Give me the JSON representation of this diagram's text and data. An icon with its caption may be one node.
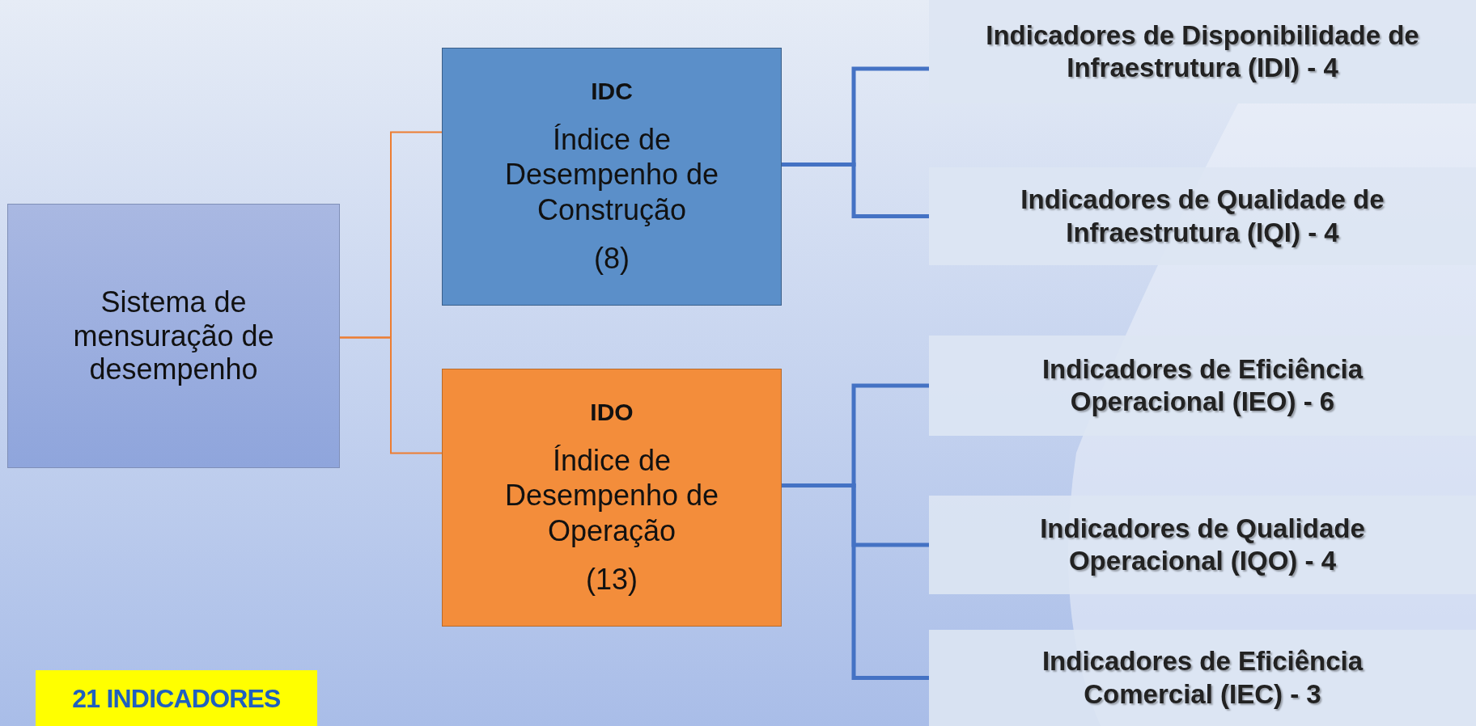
{
  "diagram": {
    "nodes": [
      {
        "text": [
          "Sistema de mensuração de desempenho"
        ]
      },
      {
        "text": [
          "IDC",
          "Índice de Desempenho de Construção",
          "(8)"
        ]
      },
      {
        "text": [
          "IDO",
          "Índice de Desempenho de Operação",
          "(13)"
        ]
      },
      {
        "text": [
          "Indicadores de Disponibilidade de Infraestrutura (IDI) - 4"
        ]
      },
      {
        "text": [
          "Indicadores de Qualidade de Infraestrutura (IQI) - 4"
        ]
      },
      {
        "text": [
          "Indicadores de Eficiência Operacional (IEO) - 6"
        ]
      },
      {
        "text": [
          "Indicadores de Qualidade Operacional (IQO) - 4"
        ]
      },
      {
        "text": [
          "Indicadores de Eficiência Comercial (IEC) -  3"
        ]
      }
    ],
    "edges": [
      {
        "from": 0,
        "to": 1,
        "arrow": "none",
        "color": "#ed7d31"
      },
      {
        "from": 0,
        "to": 2,
        "arrow": "none",
        "color": "#ed7d31"
      },
      {
        "from": 1,
        "to": 3,
        "arrow": "none"
      },
      {
        "from": 1,
        "to": 4,
        "arrow": "none"
      },
      {
        "from": 2,
        "to": 5,
        "arrow": "none"
      },
      {
        "from": 2,
        "to": 6,
        "arrow": "none"
      },
      {
        "from": 2,
        "to": 7,
        "arrow": "none"
      }
    ],
    "labels": [
      "21 INDICADORES"
    ]
  }
}
